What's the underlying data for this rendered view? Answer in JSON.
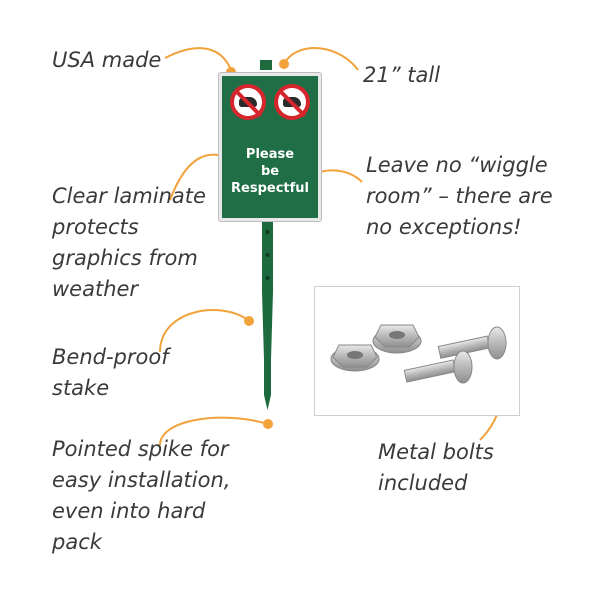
{
  "callouts": {
    "usa": "USA made",
    "tall": "21” tall",
    "wiggle": "Leave no “wiggle\nroom” – there are\nno exceptions!",
    "laminate": "Clear laminate\nprotects\ngraphics from\nweather",
    "bend": "Bend-proof\nstake",
    "spike": "Pointed spike for\neasy installation,\neven into hard\npack",
    "bolts": "Metal bolts\nincluded"
  },
  "sign": {
    "text": "Please\nbe\nRespectful",
    "symbols": [
      "no-dog-walking-icon",
      "no-dog-pooping-icon"
    ]
  },
  "colors": {
    "sign_green": "#1f6e45",
    "prohibition_red": "#d6262d",
    "leader_orange": "#f2a23a",
    "stake_green": "#1e6a3f"
  }
}
